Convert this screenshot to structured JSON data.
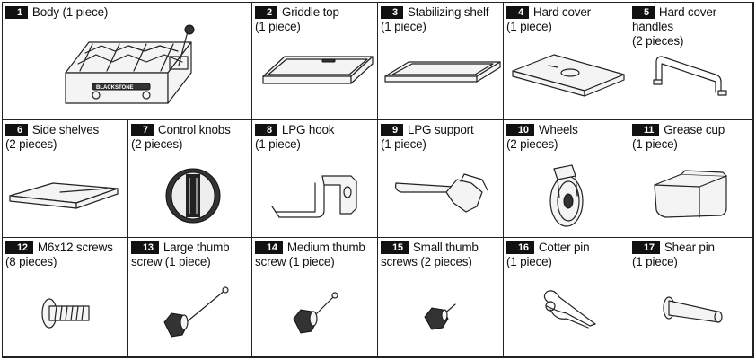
{
  "parts": [
    {
      "number": "1",
      "name": "Body",
      "qty": "(1 piece)",
      "icon": "grill-body-icon"
    },
    {
      "number": "2",
      "name": "Griddle top",
      "qty": "(1 piece)",
      "icon": "griddle-top-icon"
    },
    {
      "number": "3",
      "name": "Stabilizing shelf",
      "qty": "(1 piece)",
      "icon": "stabilizing-shelf-icon"
    },
    {
      "number": "4",
      "name": "Hard cover",
      "qty": "(1 piece)",
      "icon": "hard-cover-icon"
    },
    {
      "number": "5",
      "name": "Hard cover handles",
      "qty": "(2 pieces)",
      "icon": "cover-handle-icon"
    },
    {
      "number": "6",
      "name": "Side shelves",
      "qty": "(2 pieces)",
      "icon": "side-shelf-icon"
    },
    {
      "number": "7",
      "name": "Control knobs",
      "qty": "(2 pieces)",
      "icon": "control-knob-icon"
    },
    {
      "number": "8",
      "name": "LPG hook",
      "qty": "(1 piece)",
      "icon": "lpg-hook-icon"
    },
    {
      "number": "9",
      "name": "LPG support",
      "qty": "(1 piece)",
      "icon": "lpg-support-icon"
    },
    {
      "number": "10",
      "name": "Wheels",
      "qty": "(2 pieces)",
      "icon": "wheel-icon"
    },
    {
      "number": "11",
      "name": "Grease cup",
      "qty": "(1 piece)",
      "icon": "grease-cup-icon"
    },
    {
      "number": "12",
      "name": "M6x12 screws",
      "qty": "(8 pieces)",
      "icon": "screw-icon"
    },
    {
      "number": "13",
      "name": "Large thumb",
      "qty": "screw (1 piece)",
      "icon": "large-thumb-screw-icon"
    },
    {
      "number": "14",
      "name": "Medium thumb",
      "qty": "screw (1 piece)",
      "icon": "medium-thumb-screw-icon"
    },
    {
      "number": "15",
      "name": "Small thumb",
      "qty": "screws (2 pieces)",
      "icon": "small-thumb-screw-icon"
    },
    {
      "number": "16",
      "name": "Cotter pin",
      "qty": "(1 piece)",
      "icon": "cotter-pin-icon"
    },
    {
      "number": "17",
      "name": "Shear pin",
      "qty": "(1 piece)",
      "icon": "shear-pin-icon"
    }
  ],
  "brand_text": "BLACKSTONE"
}
